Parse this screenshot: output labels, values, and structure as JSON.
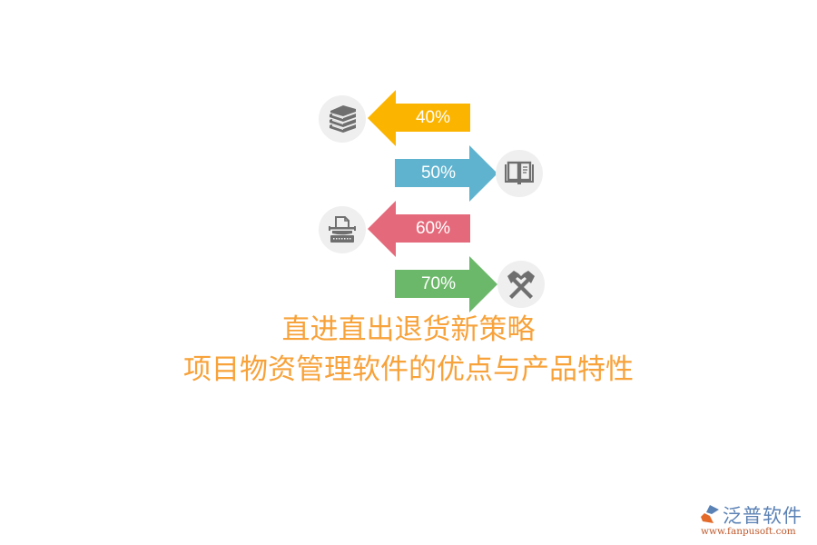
{
  "chart_data": {
    "type": "diagram",
    "title": "直进直出退货新策略",
    "subtitle": "项目物资管理软件的优点与产品特性",
    "items": [
      {
        "label": "40%",
        "value": 40,
        "direction": "left",
        "color": "#fbb400",
        "icon": "books-icon"
      },
      {
        "label": "50%",
        "value": 50,
        "direction": "right",
        "color": "#5fb3cf",
        "icon": "open-book-icon"
      },
      {
        "label": "60%",
        "value": 60,
        "direction": "left",
        "color": "#e46a7b",
        "icon": "typewriter-icon"
      },
      {
        "label": "70%",
        "value": 70,
        "direction": "right",
        "color": "#6cb86a",
        "icon": "hammers-icon"
      }
    ]
  },
  "arrows": [
    {
      "label": "40%",
      "color": "#fbb400"
    },
    {
      "label": "50%",
      "color": "#5fb3cf"
    },
    {
      "label": "60%",
      "color": "#e46a7b"
    },
    {
      "label": "70%",
      "color": "#6cb86a"
    }
  ],
  "title": {
    "line1": "直进直出退货新策略",
    "line2": "项目物资管理软件的优点与产品特性"
  },
  "logo": {
    "brand": "泛普软件",
    "url": "www.fanpusoft.com"
  },
  "colors": {
    "title": "#f7a23a",
    "icon": "#6f6f6f",
    "circle": "#efefef"
  }
}
